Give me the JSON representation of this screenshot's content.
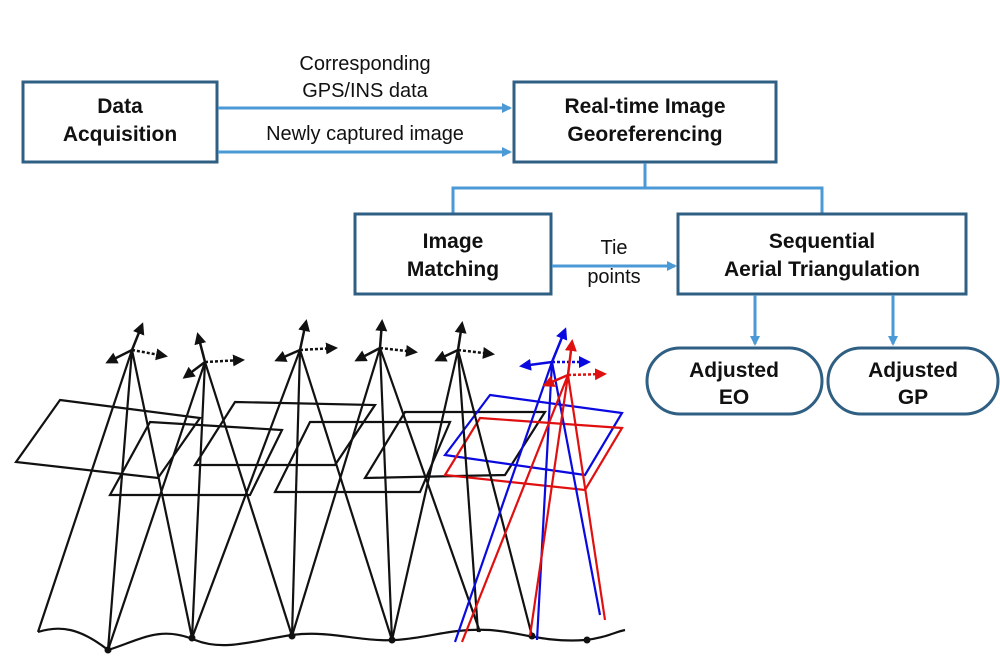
{
  "colors": {
    "box_border": "#2f5f82",
    "flow_arrow": "#4b9ad6",
    "sketch_black": "#111111",
    "sketch_blue": "#0a0ae0",
    "sketch_red": "#e01010"
  },
  "boxes": {
    "data_acquisition": {
      "line1": "Data",
      "line2": "Acquisition"
    },
    "realtime_georeferencing": {
      "line1": "Real-time Image",
      "line2": "Georeferencing"
    },
    "image_matching": {
      "line1": "Image",
      "line2": "Matching"
    },
    "sequential_at": {
      "line1": "Sequential",
      "line2": "Aerial Triangulation"
    },
    "adjusted_eo": {
      "line1": "Adjusted",
      "line2": "EO"
    },
    "adjusted_gp": {
      "line1": "Adjusted",
      "line2": "GP"
    }
  },
  "edges": {
    "gps_ins": {
      "line1": "Corresponding",
      "line2": "GPS/INS data"
    },
    "new_image": {
      "line1": "Newly captured image"
    },
    "tie_points": {
      "line1": "Tie",
      "line2": "points"
    }
  }
}
